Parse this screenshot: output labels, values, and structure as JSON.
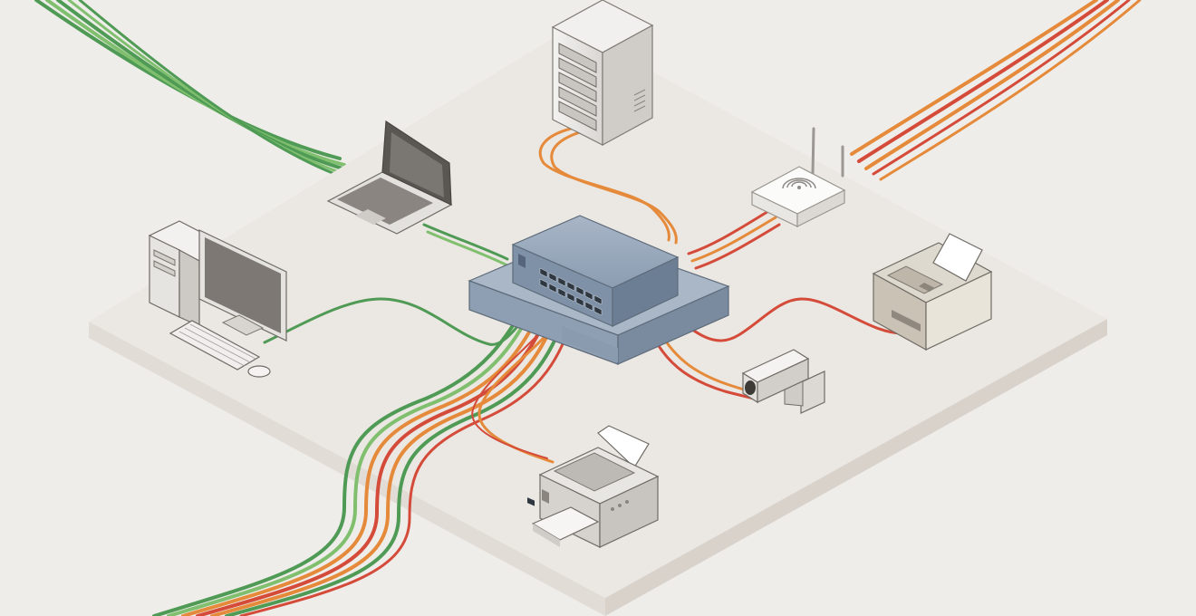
{
  "colors": {
    "background": "#efedea",
    "platform_top": "#ebe7e2",
    "platform_side": "#dcd7d1",
    "cable_green": "#4f9a55",
    "cable_green_light": "#7fbf6e",
    "cable_orange": "#e58a3a",
    "cable_red": "#d44b3a",
    "switch_blue": "#8e9fb3",
    "device_light": "#e6e4e1",
    "device_gray": "#b9b4ad"
  },
  "devices": [
    {
      "name": "server-tower",
      "icon": "server-icon"
    },
    {
      "name": "laptop",
      "icon": "laptop-icon"
    },
    {
      "name": "wireless-router",
      "icon": "wifi-router-icon"
    },
    {
      "name": "desktop-computer",
      "icon": "desktop-computer-icon"
    },
    {
      "name": "network-switch",
      "icon": "network-switch-icon"
    },
    {
      "name": "office-printer",
      "icon": "printer-icon"
    },
    {
      "name": "security-camera",
      "icon": "security-camera-icon"
    },
    {
      "name": "inkjet-printer",
      "icon": "printer-icon"
    }
  ]
}
